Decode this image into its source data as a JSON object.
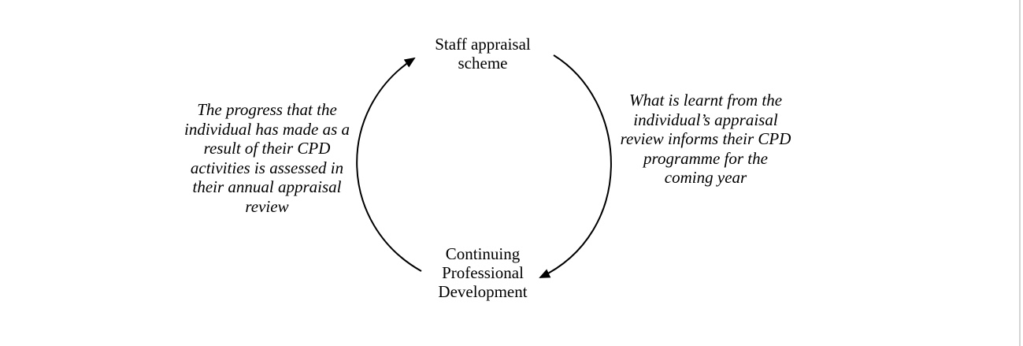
{
  "diagram": {
    "top_node": {
      "label": "Staff appraisal scheme"
    },
    "bottom_node": {
      "label": "Continuing Professional Development"
    },
    "left_note": {
      "text": "The progress that the individual has made as a result of their CPD activities is assessed in their annual appraisal review"
    },
    "right_note": {
      "text": "What is learnt from the individual’s appraisal review informs their CPD programme for the coming year"
    },
    "colors": {
      "stroke": "#000000",
      "text": "#000000",
      "background": "#ffffff"
    }
  }
}
